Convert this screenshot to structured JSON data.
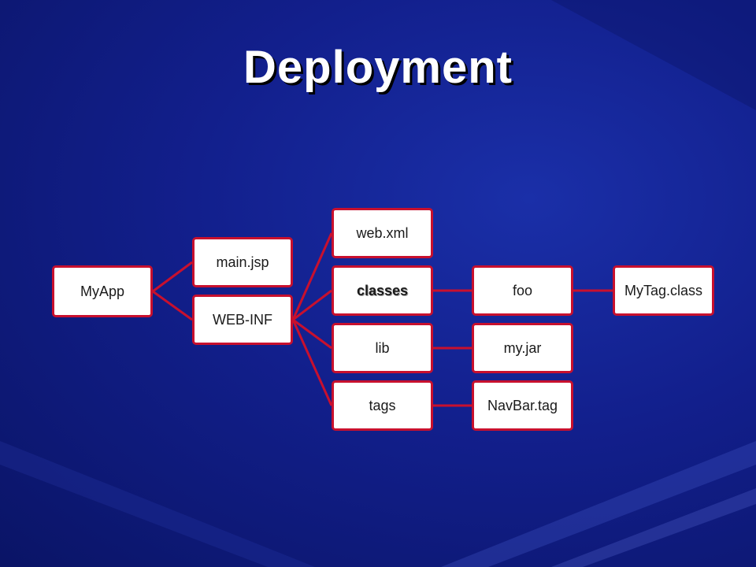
{
  "slide": {
    "title": "Deployment"
  },
  "tree": {
    "root": "MyApp",
    "main_jsp": "main.jsp",
    "web_inf": "WEB-INF",
    "web_xml": "web.xml",
    "classes": "classes",
    "lib": "lib",
    "tags": "tags",
    "foo": "foo",
    "my_jar": "my.jar",
    "navbar_tag": "NavBar.tag",
    "mytag_class": "MyTag.class"
  },
  "colors": {
    "background": "#121f8c",
    "node_border": "#c8102e",
    "connector": "#c8102e",
    "node_fill": "#ffffff"
  }
}
